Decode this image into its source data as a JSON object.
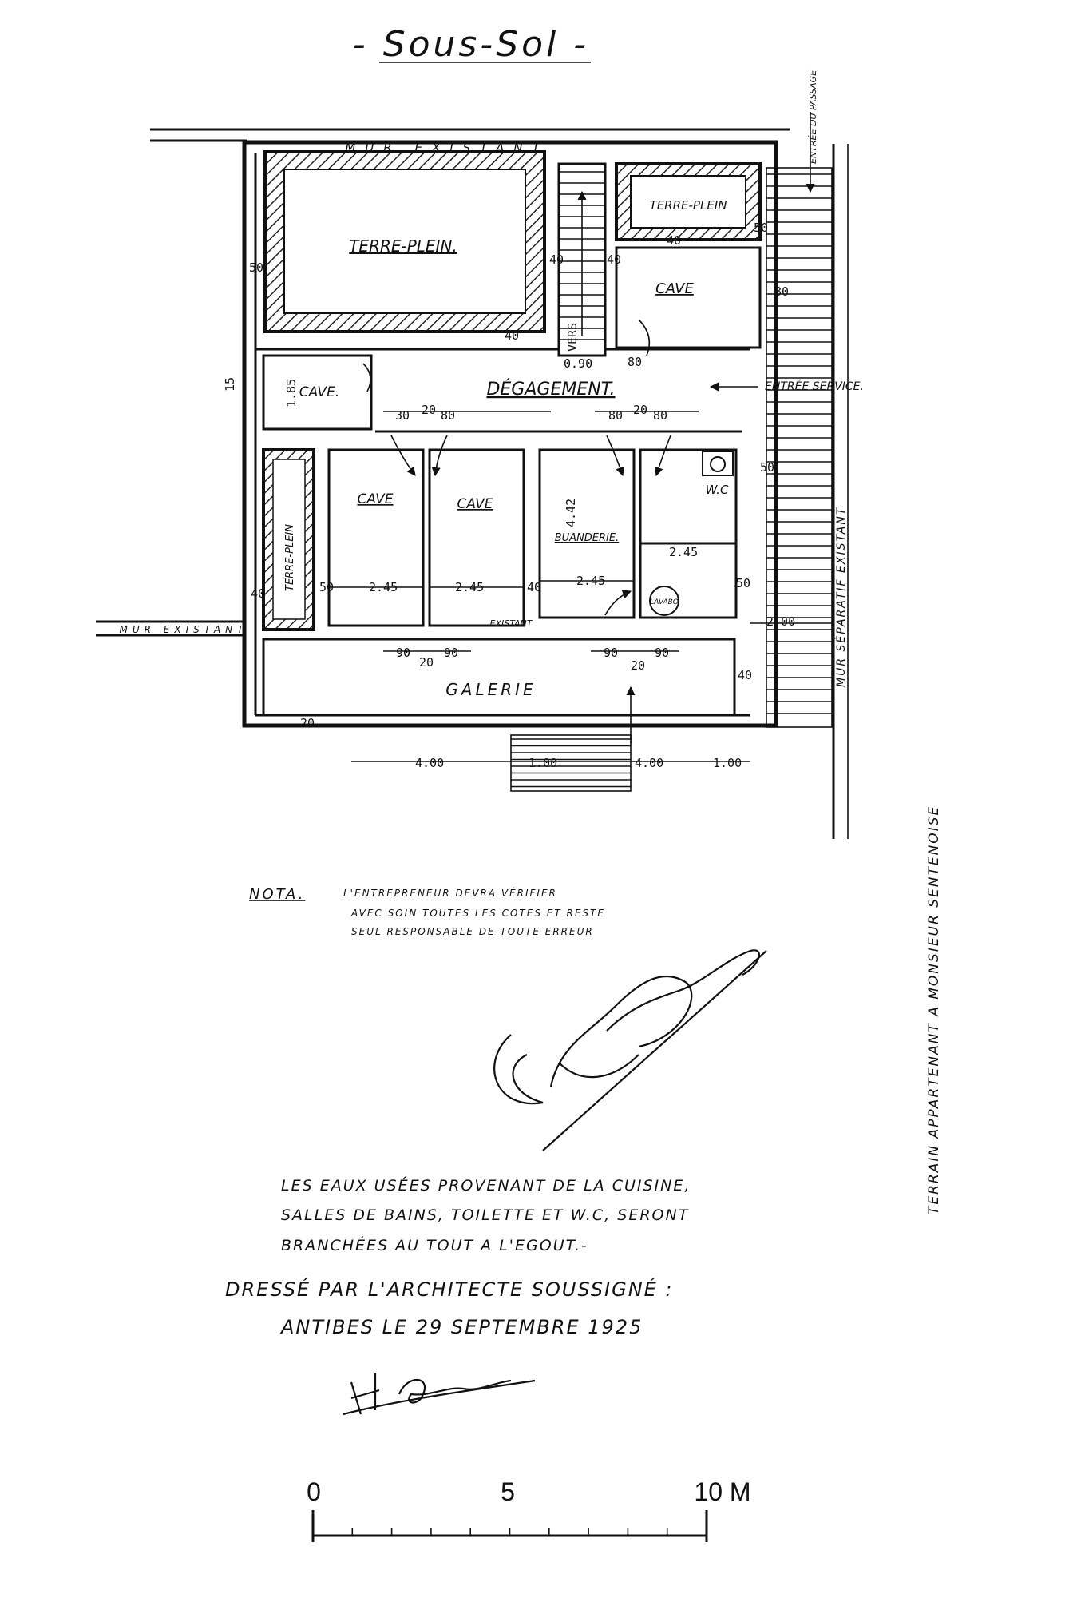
{
  "title": "- Sous-Sol -",
  "labels": {
    "mur_existant_top": "MUR EXISTANT",
    "mur_existant_left": "MUR EXISTANT",
    "existant_mid": "EXISTANT",
    "terre_plein_main": "TERRE-PLEIN.",
    "terre_plein_small": "TERRE-PLEIN",
    "terre_plein_side": "TERRE-PLEIN",
    "cave_top": "CAVE",
    "cave_left": "CAVE.",
    "degagement": "DÉGAGEMENT.",
    "entree_service": "ENTRÉE SERVICE.",
    "entree_passage": "ENTRÉE DU PASSAGE",
    "cave_1": "CAVE",
    "cave_2": "CAVE",
    "buanderie": "BUANDERIE.",
    "wc": "W.C",
    "lavabo": "LAVABO",
    "galerie": "GALERIE",
    "mur_separatif": "MUR SÉPARATIF EXISTANT",
    "terrain": "TERRAIN APPARTENANT A MONSIEUR SENTENOISE"
  },
  "dimensions": {
    "d50a": "50",
    "d50b": "50",
    "d50c": "50",
    "d50d": "50",
    "d50e": "50",
    "d40a": "40",
    "d40b": "40",
    "d40c": "40",
    "d40d": "40",
    "d40e": "40",
    "d40f": "40",
    "d40g": "40",
    "d185": "1.85",
    "d15": "15",
    "d090": "0.90",
    "d80a": "80",
    "d30": "30",
    "d20a": "20",
    "d80b": "80",
    "d80c": "80",
    "d20b": "20",
    "d80d": "80",
    "d442": "4.42",
    "d245a": "2.45",
    "d245b": "2.45",
    "d245c": "2.45",
    "d245d": "2.45",
    "d90a": "90",
    "d90b": "90",
    "d90c": "90",
    "d90d": "90",
    "d20c": "20",
    "d20d": "20",
    "d200": "2.00",
    "d400a": "4.00",
    "d100a": "1.00",
    "d400b": "4.00",
    "d100b": "1.00",
    "d80e": "80",
    "d20e": "20",
    "vers": "VERS"
  },
  "notes": {
    "nota": "NOTA.",
    "line1": "L'ENTREPRENEUR DEVRA VÉRIFIER",
    "line2": "AVEC SOIN TOUTES LES COTES ET RESTE",
    "line3": "SEUL RESPONSABLE DE TOUTE ERREUR",
    "eaux1": "LES EAUX USÉES PROVENANT DE LA CUISINE,",
    "eaux2": "SALLES DE BAINS, TOILETTE ET W.C, SERONT",
    "eaux3": "BRANCHÉES AU TOUT A L'EGOUT.-",
    "dresse": "DRESSÉ PAR L'ARCHITECTE SOUSSIGNÉ :",
    "date": "ANTIBES LE 29 SEPTEMBRE 1925",
    "signature_owner": "E. Sentenoise",
    "signature_architect": "H. Bérenger"
  },
  "scale": {
    "s0": "0",
    "s5": "5",
    "s10": "10 M"
  }
}
